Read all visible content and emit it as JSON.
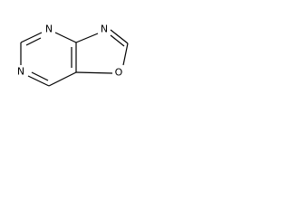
{
  "molecule": {
    "atoms": [
      {
        "id": "n1",
        "symbol": "N"
      },
      {
        "id": "n3",
        "symbol": "N"
      },
      {
        "id": "n7",
        "symbol": "N"
      },
      {
        "id": "o9",
        "symbol": "O"
      }
    ]
  },
  "colors": {
    "bond": "#000000",
    "background": "#ffffff"
  }
}
